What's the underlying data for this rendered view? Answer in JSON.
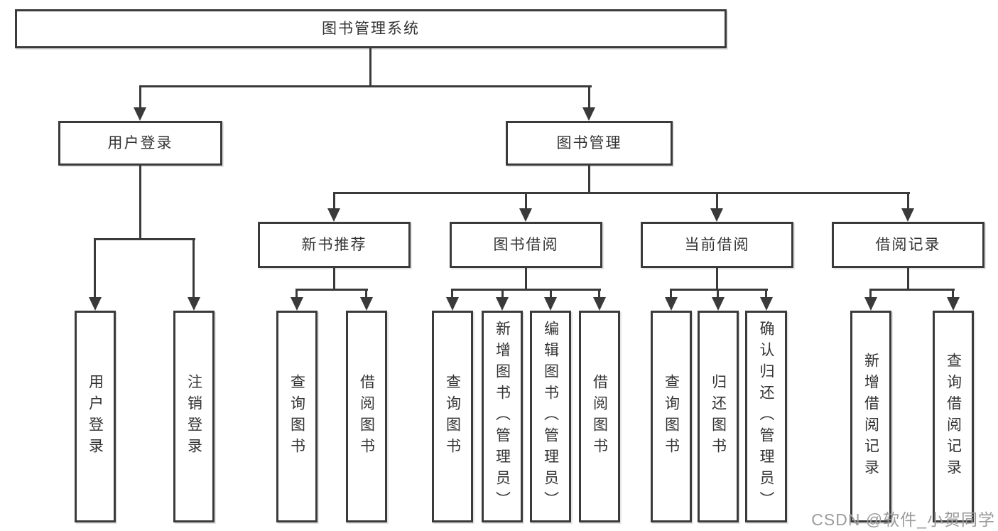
{
  "colors": {
    "line": "#3a3a3a",
    "text": "#333333",
    "background": "#ffffff",
    "watermark_gray": "#9b9b9b"
  },
  "watermark": {
    "text": "CSDN @软件_小贺同学"
  },
  "tree": {
    "root": {
      "label": "图书管理系统",
      "children": [
        {
          "label": "用户登录",
          "children": [
            {
              "label": "用户登录"
            },
            {
              "label": "注销登录"
            }
          ]
        },
        {
          "label": "图书管理",
          "children": [
            {
              "label": "新书推荐",
              "children": [
                {
                  "label": "查询图书"
                },
                {
                  "label": "借阅图书"
                }
              ]
            },
            {
              "label": "图书借阅",
              "children": [
                {
                  "label": "查询图书"
                },
                {
                  "label": "新增图书（管理员）"
                },
                {
                  "label": "编辑图书（管理员）"
                },
                {
                  "label": "借阅图书"
                }
              ]
            },
            {
              "label": "当前借阅",
              "children": [
                {
                  "label": "查询图书"
                },
                {
                  "label": "归还图书"
                },
                {
                  "label": "确认归还（管理员）"
                }
              ]
            },
            {
              "label": "借阅记录",
              "children": [
                {
                  "label": "新增借阅记录"
                },
                {
                  "label": "查询借阅记录"
                }
              ]
            }
          ]
        }
      ]
    }
  }
}
